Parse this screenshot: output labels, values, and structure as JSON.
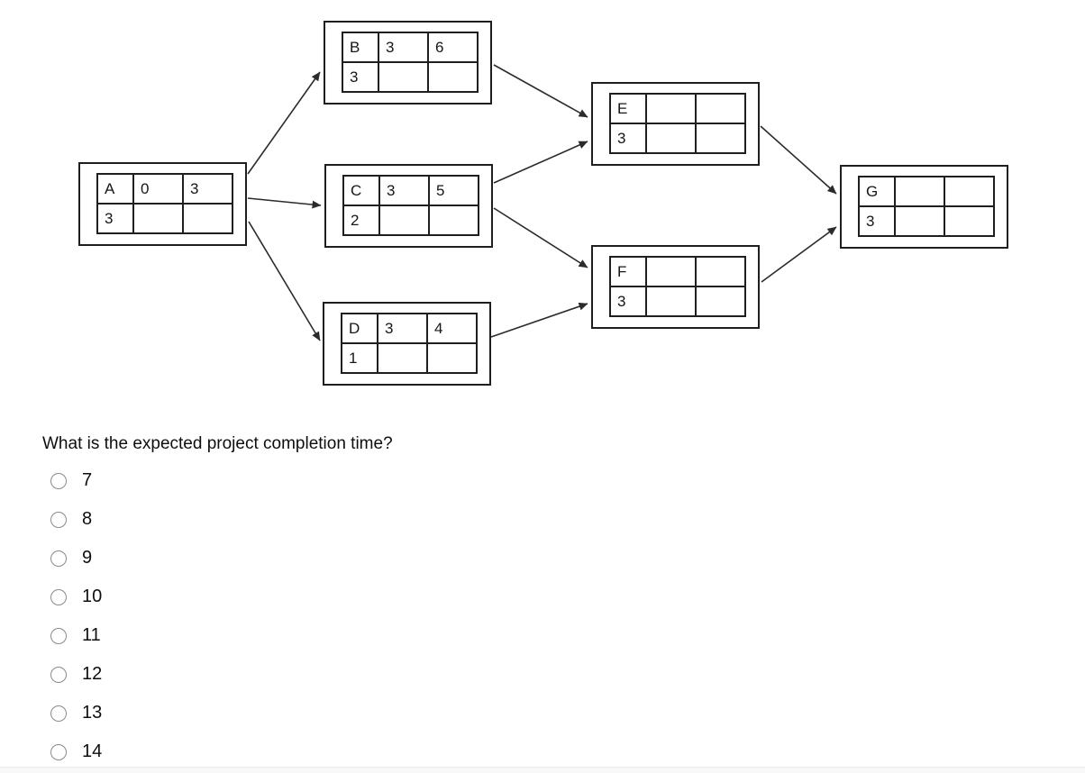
{
  "diagram": {
    "nodes": [
      {
        "id": "A",
        "row1": [
          "A",
          "0",
          "3"
        ],
        "row2": [
          "3",
          "",
          ""
        ]
      },
      {
        "id": "B",
        "row1": [
          "B",
          "3",
          "6"
        ],
        "row2": [
          "3",
          "",
          ""
        ]
      },
      {
        "id": "C",
        "row1": [
          "C",
          "3",
          "5"
        ],
        "row2": [
          "2",
          "",
          ""
        ]
      },
      {
        "id": "D",
        "row1": [
          "D",
          "3",
          "4"
        ],
        "row2": [
          "1",
          "",
          ""
        ]
      },
      {
        "id": "E",
        "row1": [
          "E",
          "",
          ""
        ],
        "row2": [
          "3",
          "",
          ""
        ]
      },
      {
        "id": "F",
        "row1": [
          "F",
          "",
          ""
        ],
        "row2": [
          "3",
          "",
          ""
        ]
      },
      {
        "id": "G",
        "row1": [
          "G",
          "",
          ""
        ],
        "row2": [
          "3",
          "",
          ""
        ]
      }
    ],
    "edges": [
      {
        "from": "A",
        "to": "B"
      },
      {
        "from": "A",
        "to": "C"
      },
      {
        "from": "A",
        "to": "D"
      },
      {
        "from": "B",
        "to": "E"
      },
      {
        "from": "C",
        "to": "E"
      },
      {
        "from": "C",
        "to": "F"
      },
      {
        "from": "D",
        "to": "F"
      },
      {
        "from": "E",
        "to": "G"
      },
      {
        "from": "F",
        "to": "G"
      }
    ]
  },
  "question": {
    "text": "What is the expected project completion time?",
    "options": [
      "7",
      "8",
      "9",
      "10",
      "11",
      "12",
      "13",
      "14"
    ]
  },
  "colors": {
    "node_border": "#1f1f1f",
    "arrow": "#2b2b2b",
    "radio_border": "#8a8a8a",
    "bottom_bar": "#f8f8f8"
  }
}
